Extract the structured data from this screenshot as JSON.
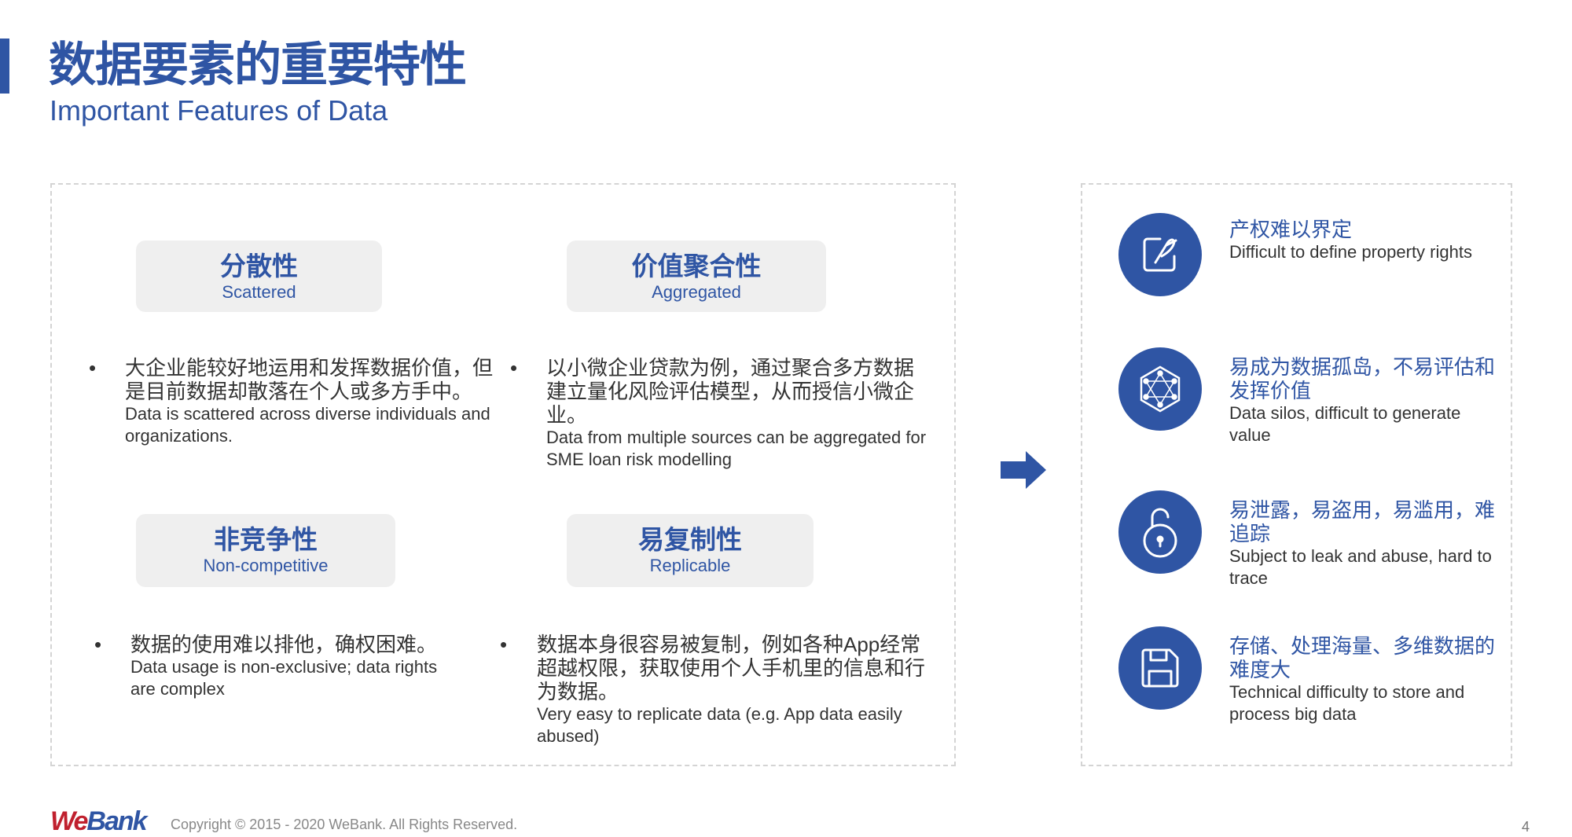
{
  "header": {
    "title": "数据要素的重要特性",
    "subtitle": "Important Features of Data"
  },
  "features": [
    {
      "zh": "分散性",
      "en": "Scattered",
      "bullet_zh": "大企业能较好地运用和发挥数据价值，但是目前数据却散落在个人或多方手中。",
      "bullet_en": "Data is scattered across diverse individuals and organizations."
    },
    {
      "zh": "价值聚合性",
      "en": "Aggregated",
      "bullet_zh": "以小微企业贷款为例，通过聚合多方数据建立量化风险评估模型，从而授信小微企业。",
      "bullet_en": "Data from multiple sources can be aggregated for SME loan risk modelling"
    },
    {
      "zh": "非竞争性",
      "en": "Non-competitive",
      "bullet_zh": "数据的使用难以排他，确权困难。",
      "bullet_en": "Data usage is non-exclusive; data rights are complex"
    },
    {
      "zh": "易复制性",
      "en": "Replicable",
      "bullet_zh": "数据本身很容易被复制，例如各种App经常超越权限，获取使用个人手机里的信息和行为数据。",
      "bullet_en": " Very easy to replicate data (e.g. App data easily abused)"
    }
  ],
  "bullet_symbol": "•",
  "challenges": [
    {
      "icon": "edit-icon",
      "zh": "产权难以界定",
      "en": "Difficult to define property rights"
    },
    {
      "icon": "network-icon",
      "zh": "易成为数据孤岛，不易评估和发挥价值",
      "en": "Data silos, difficult to generate value"
    },
    {
      "icon": "unlock-icon",
      "zh": "易泄露，易盗用，易滥用，难追踪",
      "en": "Subject to leak and abuse, hard to trace"
    },
    {
      "icon": "save-icon",
      "zh": "存储、处理海量、多维数据的难度大",
      "en": "Technical difficulty to store and process big data"
    }
  ],
  "footer": {
    "logo_we": "We",
    "logo_bank": "Bank",
    "copyright": "Copyright © 2015 - 2020 WeBank. All Rights Reserved.",
    "page": "4"
  },
  "colors": {
    "accent": "#2f55a4",
    "logo_red": "#c0202e",
    "label_bg": "#efefef"
  }
}
